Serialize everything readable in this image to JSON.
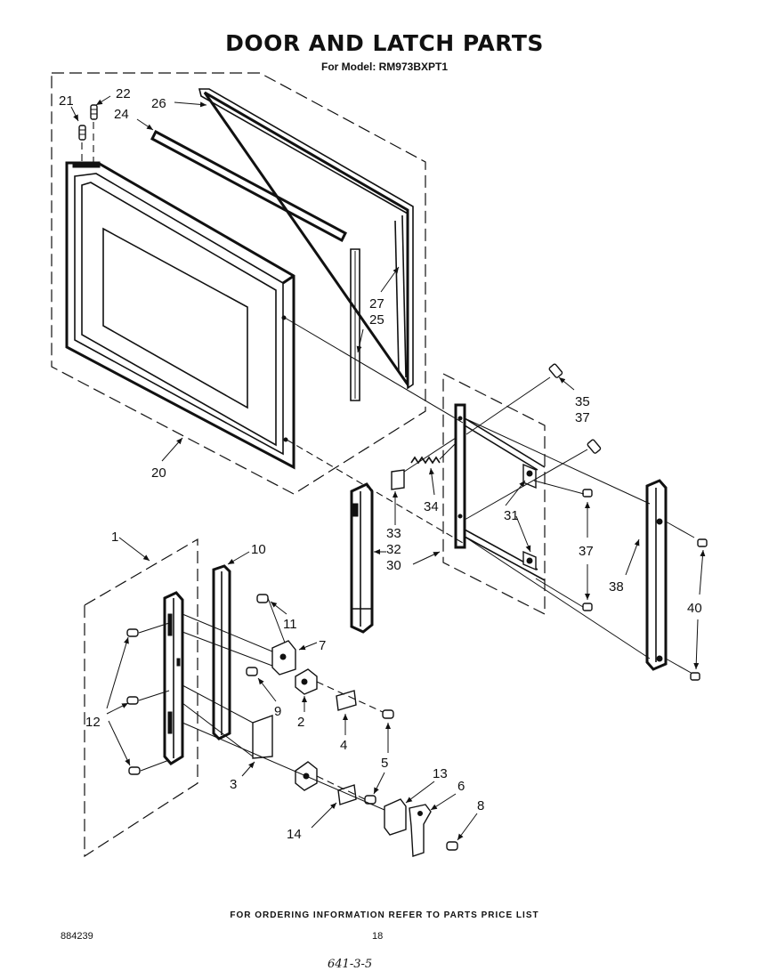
{
  "title": "DOOR AND LATCH PARTS",
  "subtitle": "For Model: RM973BXPT1",
  "footer_note": "FOR ORDERING INFORMATION REFER TO PARTS PRICE LIST",
  "doc_number": "884239",
  "page_number": "18",
  "handwritten_note": "641-3-5",
  "labels": {
    "p21": "21",
    "p22": "22",
    "p24": "24",
    "p26": "26",
    "p27": "27",
    "p25": "25",
    "p20": "20",
    "p35": "35",
    "p37a": "37",
    "p34": "34",
    "p31": "31",
    "p33": "33",
    "p32": "32",
    "p30": "30",
    "p37b": "37",
    "p38": "38",
    "p40": "40",
    "p1": "1",
    "p10": "10",
    "p11": "11",
    "p7": "7",
    "p12": "12",
    "p9": "9",
    "p2": "2",
    "p4": "4",
    "p5": "5",
    "p3": "3",
    "p13": "13",
    "p6": "6",
    "p8": "8",
    "p14": "14"
  }
}
